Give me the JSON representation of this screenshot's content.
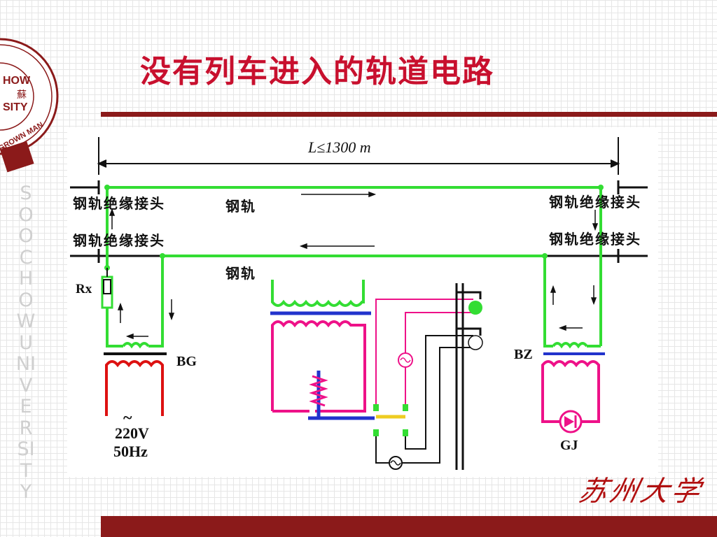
{
  "title": "没有列车进入的轨道电路",
  "sidebar": {
    "vertical_text": "SOOCHOW UNIVERSITY"
  },
  "seal": {
    "outer_text": "GROWN MAN"
  },
  "diagram": {
    "length_label": "L≤1300 m",
    "joint_label": "钢轨绝缘接头",
    "rail_label": "钢轨",
    "rx_label": "Rx",
    "bg_label": "BG",
    "bz_label": "BZ",
    "gj_label": "GJ",
    "source_tilde": "~",
    "source_voltage": "220V",
    "source_freq": "50Hz"
  },
  "signature": "苏州大学",
  "colors": {
    "title": "#c8102e",
    "bar": "#8b1a1a",
    "track_circuit": "#33dd33",
    "relay_coil": "#ee1188",
    "transformer_core": "#2233cc",
    "power_source": "#dd1111",
    "contact": "#eecc22"
  }
}
